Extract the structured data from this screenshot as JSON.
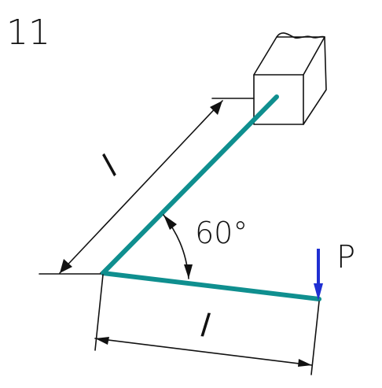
{
  "problem_number": "11",
  "labels": {
    "upper_length": "l",
    "lower_length": "l",
    "angle": "60°",
    "force": "P"
  },
  "colors": {
    "rod": "#0f8f8f",
    "force_arrow": "#1f2fd2",
    "ink": "#111111"
  }
}
